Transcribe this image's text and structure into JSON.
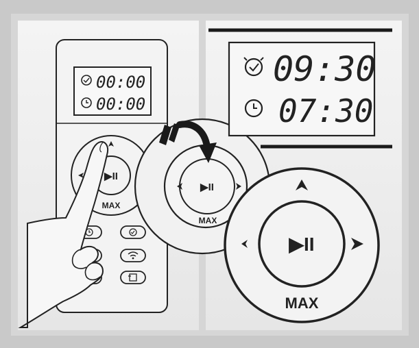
{
  "remote": {
    "time_top": "00:00",
    "time_bottom": "00:00",
    "play_pause_glyph": "▶II",
    "max_label": "MAX",
    "buttons": [
      {
        "name": "clock-button",
        "icon": "clock-icon"
      },
      {
        "name": "schedule-button",
        "icon": "alarm-icon"
      },
      {
        "name": "power-button",
        "icon": "power-icon"
      },
      {
        "name": "wifi-button",
        "icon": "wifi-icon"
      },
      {
        "name": "extra-button",
        "icon": "blank-icon"
      },
      {
        "name": "dock-button",
        "icon": "dock-icon"
      }
    ]
  },
  "magnifier": {
    "play_pause_glyph": "▶II",
    "max_label": "MAX"
  },
  "display": {
    "time_top": "09:30",
    "time_bottom": "07:30"
  },
  "dpad_zoom": {
    "play_pause_glyph": "▶II",
    "max_label": "MAX"
  },
  "colors": {
    "frame_bg": "#c9c9c9",
    "panel_bg": "#ededed",
    "ink": "#222222"
  }
}
